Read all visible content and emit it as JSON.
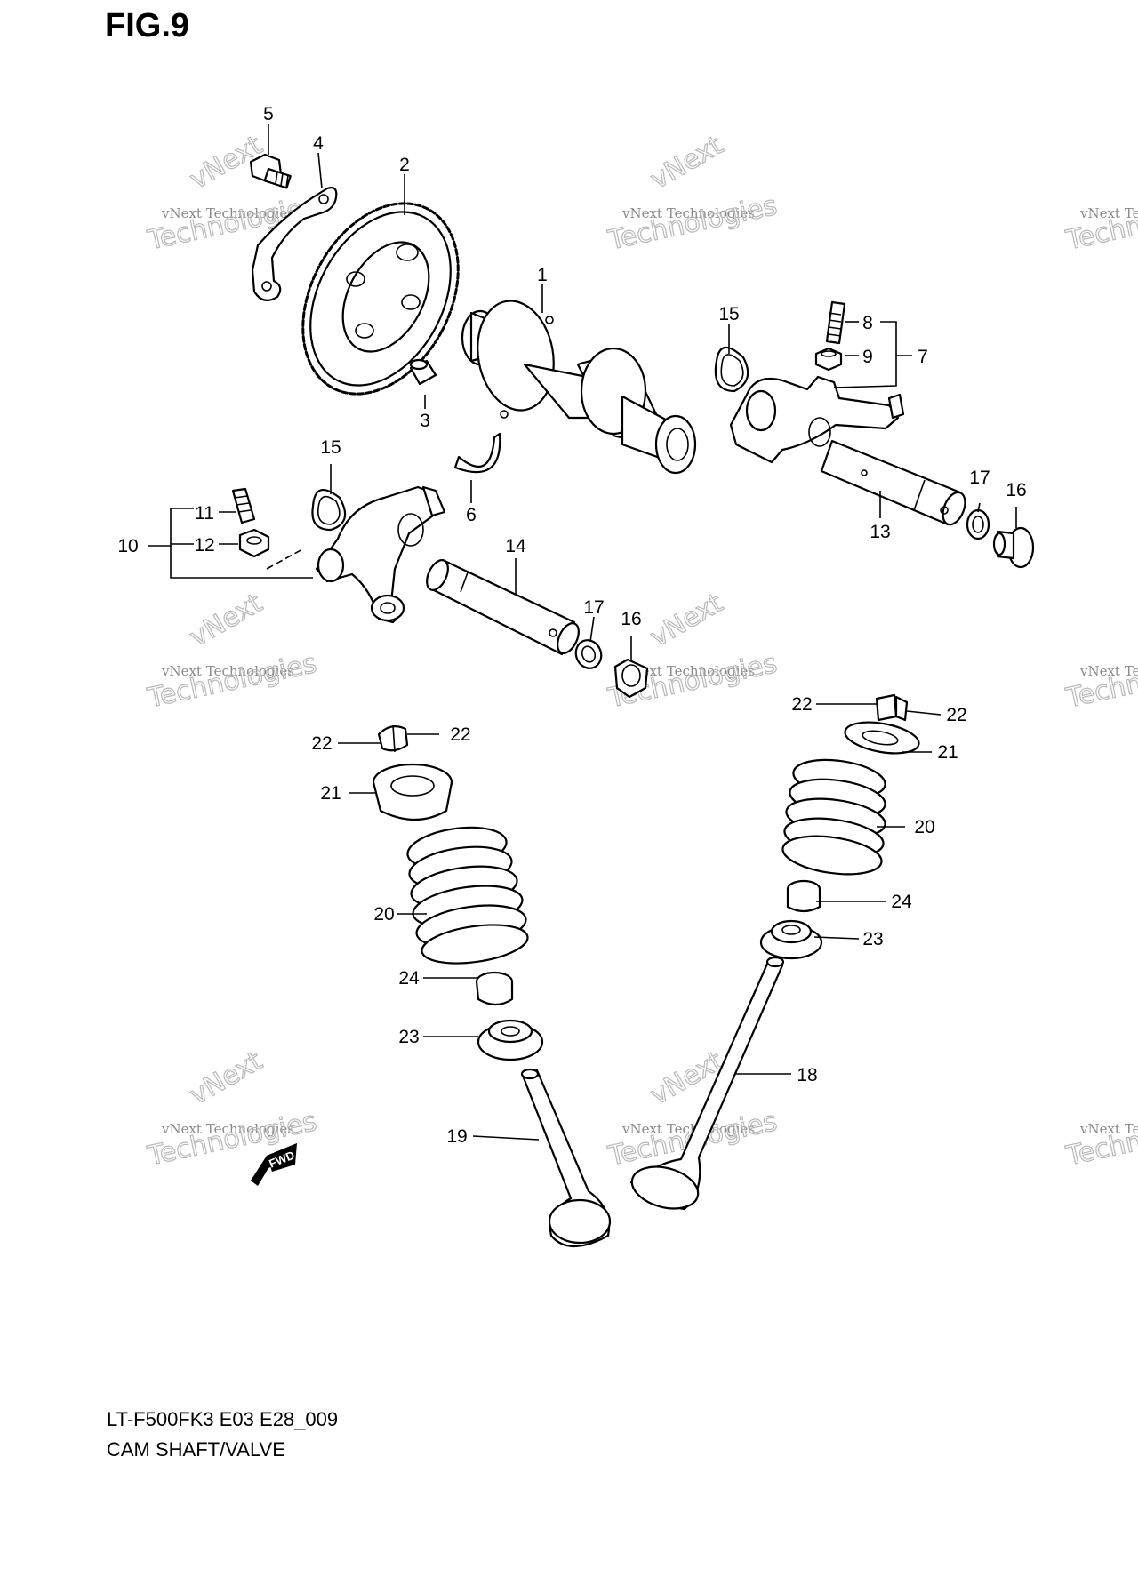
{
  "figure": {
    "title": "FIG.9",
    "model_code": "LT-F500FK3 E03 E28_009",
    "section_name": "CAM SHAFT/VALVE"
  },
  "watermark": {
    "line_small": "vNext Technologies",
    "line_big": "Technologies",
    "line_arc": "vNext"
  },
  "fwd_badge": "FWD",
  "callouts": {
    "c1": "1",
    "c2": "2",
    "c3": "3",
    "c4": "4",
    "c5": "5",
    "c6": "6",
    "c7": "7",
    "c8": "8",
    "c9": "9",
    "c10": "10",
    "c11": "11",
    "c12": "12",
    "c13": "13",
    "c14": "14",
    "c15a": "15",
    "c15b": "15",
    "c16a": "16",
    "c16b": "16",
    "c17a": "17",
    "c17b": "17",
    "c18": "18",
    "c19": "19",
    "c20a": "20",
    "c20b": "20",
    "c21a": "21",
    "c21b": "21",
    "c22a": "22",
    "c22b": "22",
    "c22c": "22",
    "c22d": "22",
    "c23a": "23",
    "c23b": "23",
    "c24a": "24",
    "c24b": "24"
  },
  "colors": {
    "line": "#000000",
    "watermark": "#b9b9b9",
    "background": "#ffffff"
  }
}
